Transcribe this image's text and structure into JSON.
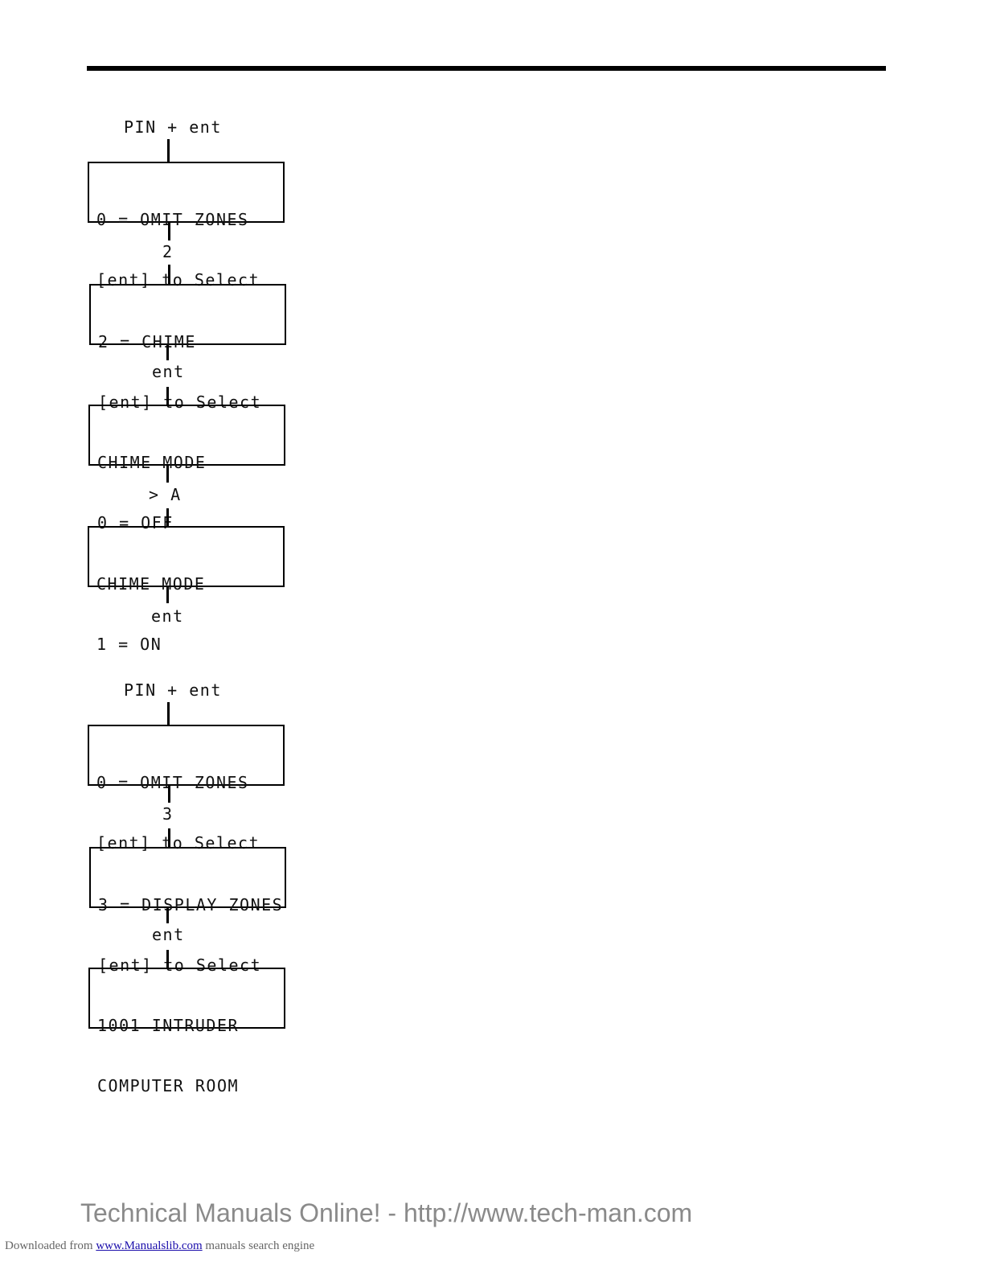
{
  "sequence_1": {
    "start_label": "PIN + ent",
    "boxes": [
      {
        "line1": "0 = OMIT ZONES",
        "line2": "[ent] to Select"
      },
      {
        "line1": "2 = CHIME",
        "line2": "[ent] to Select"
      },
      {
        "line1": "CHIME MODE",
        "line2": "0 = OFF"
      },
      {
        "line1": "CHIME MODE",
        "line2": "1 = ON"
      }
    ],
    "keys": [
      "2",
      "ent",
      "> A",
      "ent"
    ]
  },
  "sequence_2": {
    "start_label": "PIN + ent",
    "boxes": [
      {
        "line1": "0 = OMIT ZONES",
        "line2": "[ent] to Select"
      },
      {
        "line1": "3 = DISPLAY ZONES",
        "line2": "[ent] to Select"
      },
      {
        "line1": "1001 INTRUDER",
        "line2": "COMPUTER ROOM"
      }
    ],
    "keys": [
      "3",
      "ent"
    ]
  },
  "watermark": "Technical Manuals Online! - http://www.tech-man.com",
  "footer": {
    "prefix": "Downloaded from",
    "link_text": "www.Manualslib.com",
    "suffix": "manuals search engine"
  }
}
